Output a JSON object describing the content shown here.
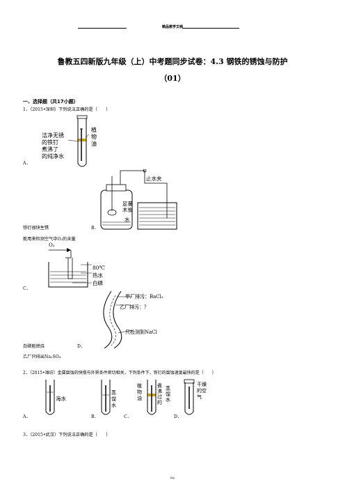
{
  "header": {
    "text": "精品教学文档"
  },
  "title": {
    "line1": "鲁教五四新版九年级（上）中考题同步试卷：4.3 钢铁的锈蚀与防护",
    "line2": "（01）"
  },
  "section": {
    "heading": "一、选择题（共17小题）"
  },
  "q1": {
    "stem": "1．（2015•深圳）下列说法正确的是（　　）",
    "optA_label": "A．",
    "optA_fig": {
      "text_left": [
        "洁净无锈",
        "的铁钉",
        "煮沸了",
        "的纯净水"
      ],
      "text_right": [
        "植",
        "物",
        "油"
      ]
    },
    "optA_caption": "铁钉很快生锈",
    "optB_label": "B．",
    "optB_fig": {
      "clamp": "止水夹",
      "labels": [
        "足量",
        "木炭"
      ],
      "water": "水"
    },
    "optB_caption": "能用来检测空气中O₂的含量",
    "optC_label": "C．",
    "optC_fig": {
      "gas": "O₂",
      "labels": [
        "80℃",
        "热水",
        "白磷"
      ]
    },
    "optC_caption": "白磷能燃烧",
    "optD_label": "D．",
    "optD_fig": {
      "l1": "甲厂排污：BaCl₂",
      "l2": "乙厂排污：？",
      "l3": "只检测到NaCl"
    },
    "optD_caption": "乙厂只排出Na₂SO₄"
  },
  "q2": {
    "stem": "2．（2015•潍坊）金属腐蚀的快慢与外界条件密切相关，下列条件下，铁钉的腐蚀速度最快的是（　　）",
    "labels": [
      "A．",
      "B．",
      "C．",
      "D．"
    ],
    "figA": [
      "海水"
    ],
    "figB": [
      "蒸",
      "馏",
      "水"
    ],
    "figC_left": [
      "植",
      "物",
      "油"
    ],
    "figC_right": [
      "煮",
      "沸",
      "过",
      "的"
    ],
    "figC_far": [
      "蒸",
      "馏",
      "水"
    ],
    "figD": [
      "干燥",
      "的空",
      "气"
    ]
  },
  "q3": {
    "stem": "3．（2015•武汉）下列说法正确的是（　　）"
  },
  "footer": {
    "text": "精品"
  }
}
